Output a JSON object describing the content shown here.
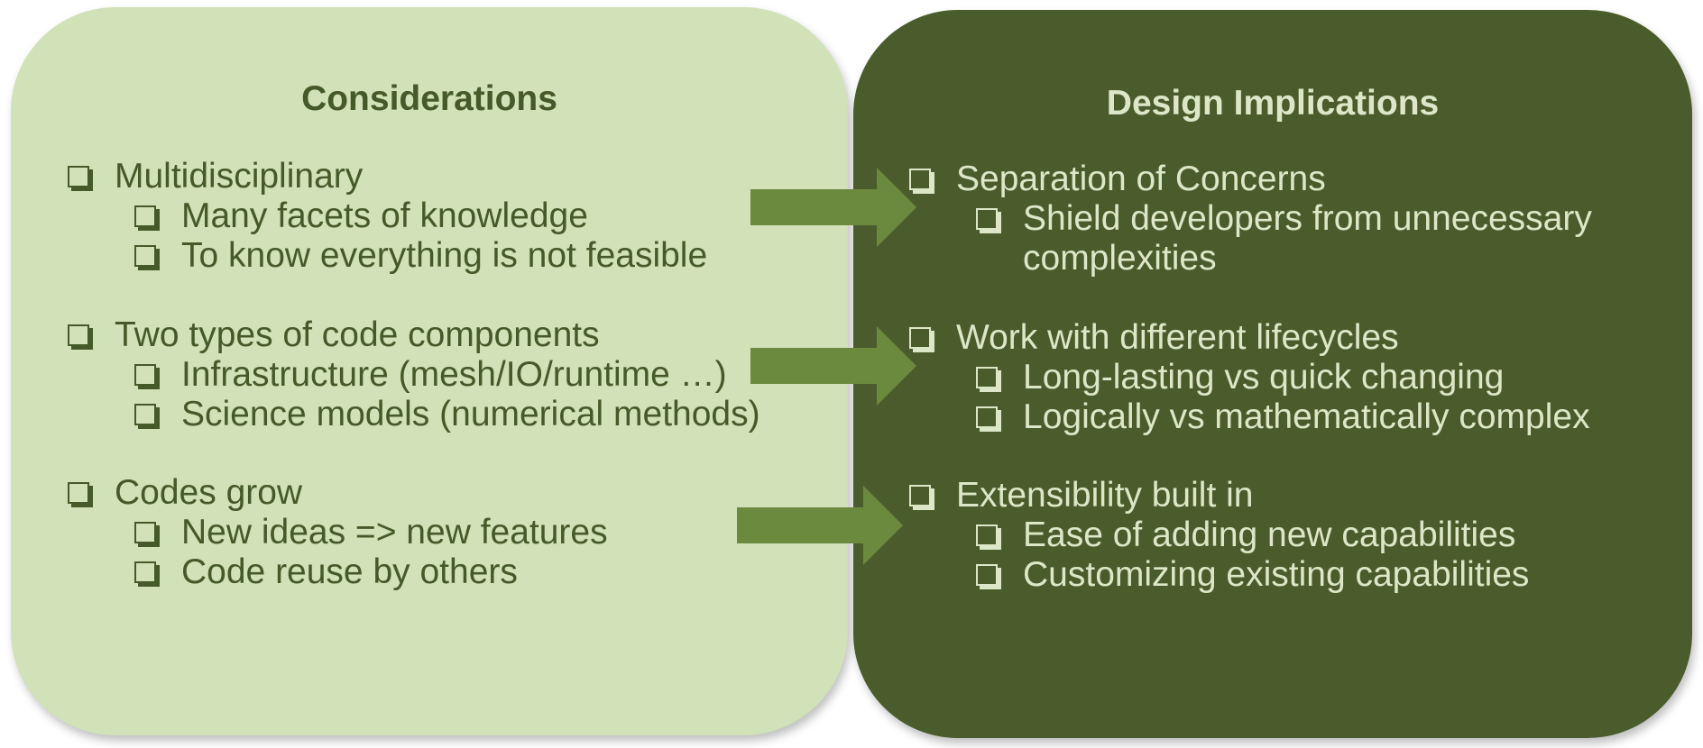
{
  "left_panel": {
    "title": "Considerations",
    "groups": [
      {
        "label": "Multidisciplinary",
        "subitems": [
          "Many facets of knowledge",
          "To know everything is not feasible"
        ]
      },
      {
        "label": "Two types of code components",
        "subitems": [
          "Infrastructure (mesh/IO/runtime …)",
          "Science models (numerical methods)"
        ]
      },
      {
        "label": "Codes grow",
        "subitems": [
          "New ideas => new features",
          "Code reuse by others"
        ]
      }
    ]
  },
  "right_panel": {
    "title": "Design Implications",
    "groups": [
      {
        "label": "Separation of Concerns",
        "subitems": [
          "Shield developers from unnecessary complexities"
        ]
      },
      {
        "label": "Work with different lifecycles",
        "subitems": [
          "Long-lasting vs quick changing",
          "Logically vs mathematically complex"
        ]
      },
      {
        "label": "Extensibility built in",
        "subitems": [
          "Ease of adding new capabilities",
          "Customizing existing capabilities"
        ]
      }
    ]
  },
  "colors": {
    "left_panel": "#d1e1b8",
    "right_panel": "#4a5c2b",
    "arrow": "#6b8a3e",
    "left_text": "#445a28",
    "right_text": "#dde7c8"
  },
  "icons": {
    "bullet": "checkbox-icon",
    "connector": "arrow-right-icon"
  }
}
